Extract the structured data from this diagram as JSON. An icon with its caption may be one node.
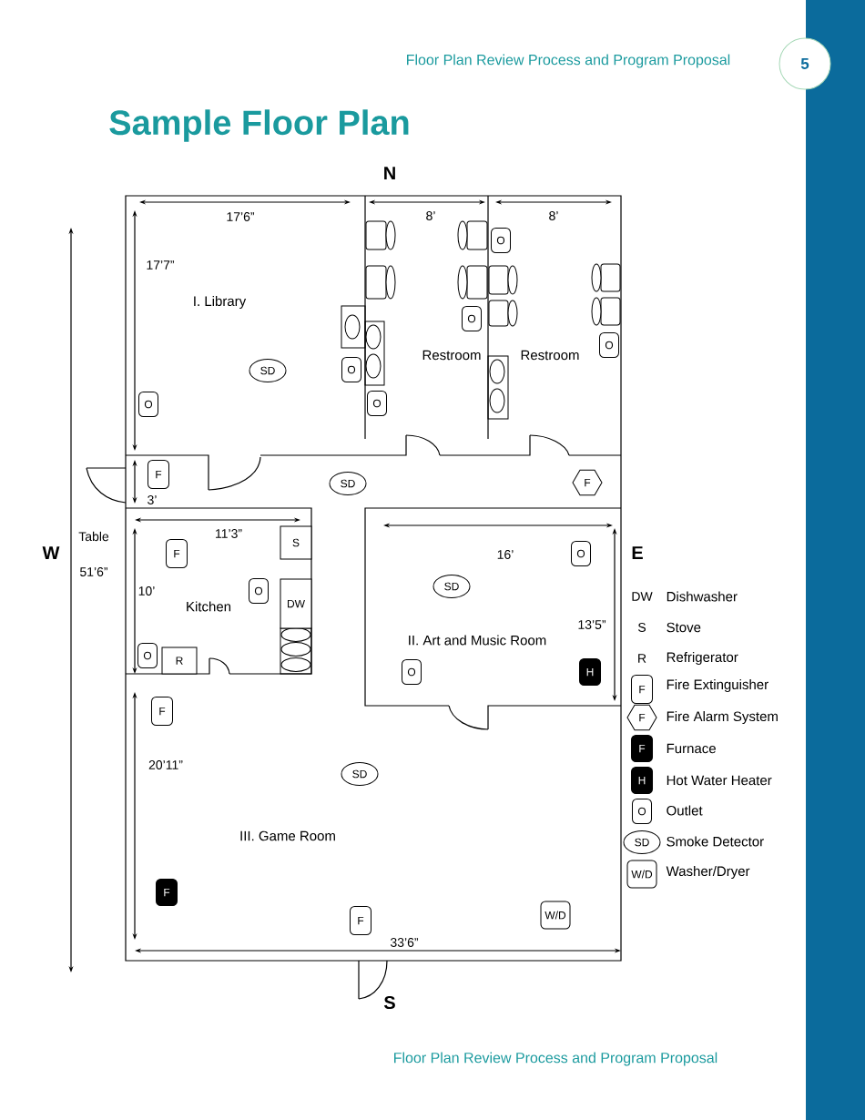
{
  "diagram": {
    "title": "Sample Floor Plan",
    "nodes": [
      {
        "text": [],
        "shape": "bar"
      },
      {
        "text": [
          "5"
        ]
      },
      {
        "text": [
          "O"
        ]
      },
      {
        "text": [
          "O"
        ]
      },
      {
        "text": [
          "O"
        ]
      },
      {
        "text": [
          "SD"
        ]
      },
      {
        "text": [
          "O"
        ]
      },
      {
        "text": [
          "O"
        ]
      },
      {
        "text": [
          "O"
        ]
      },
      {
        "text": [
          "F"
        ]
      },
      {
        "text": [
          "SD"
        ]
      },
      {
        "text": [
          "F"
        ]
      },
      {
        "text": [
          "S"
        ]
      },
      {
        "text": [
          "F"
        ]
      },
      {
        "text": [
          "O"
        ]
      },
      {
        "text": [
          "SD"
        ]
      },
      {
        "text": [
          "O"
        ]
      },
      {
        "text": [
          "DW"
        ]
      },
      {
        "text": [
          "O"
        ]
      },
      {
        "text": [
          "R"
        ]
      },
      {
        "text": [
          "O"
        ]
      },
      {
        "text": [
          "H"
        ]
      },
      {
        "text": [
          "F"
        ]
      },
      {
        "text": [
          "SD"
        ]
      },
      {
        "text": [
          "F"
        ]
      },
      {
        "text": [
          "W/D"
        ]
      },
      {
        "text": [
          "F"
        ]
      },
      {
        "text": [
          "F"
        ]
      },
      {
        "text": [
          "F"
        ]
      },
      {
        "text": [
          "F"
        ]
      },
      {
        "text": [
          "H"
        ]
      },
      {
        "text": [
          "O"
        ]
      },
      {
        "text": [
          "SD"
        ]
      },
      {
        "text": [
          "W/D"
        ]
      }
    ],
    "labels": [
      "Floor Plan Review Process and Program Proposal",
      "N",
      "17’6”",
      "8’",
      "8’",
      "17’7”",
      "I. Library",
      "Restroom",
      "Restroom",
      "3’",
      "Table",
      "W",
      "51’6”",
      "11’3”",
      "16’",
      "E",
      "10’",
      "Kitchen",
      "13’5”",
      "II. Art and Music Room",
      "20’11”",
      "III. Game Room",
      "33’6”",
      "S",
      "DW",
      "S",
      "R",
      "Floor Plan Review Process and Program Proposal"
    ],
    "legend": [
      {
        "text": "Dishwasher"
      },
      {
        "text": "Stove"
      },
      {
        "text": "Refrigerator"
      },
      {
        "text": "Fire Extinguisher"
      },
      {
        "text": "Fire Alarm System"
      },
      {
        "text": "Furnace"
      },
      {
        "text": "Hot Water Heater"
      },
      {
        "text": "Outlet"
      },
      {
        "text": "Smoke Detector"
      },
      {
        "text": "Washer/Dryer"
      }
    ]
  }
}
